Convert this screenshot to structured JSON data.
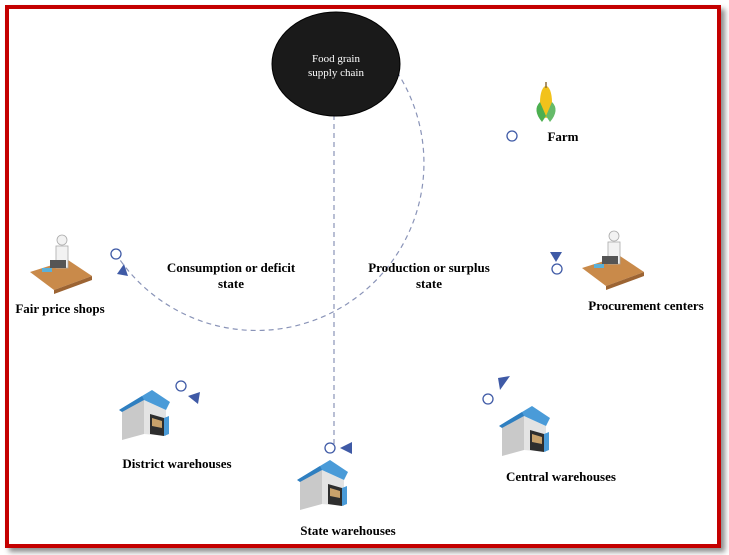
{
  "diagram": {
    "center_label_line1": "Food grain",
    "center_label_line2": "supply chain",
    "production_label_line1": "Production or surplus",
    "production_label_line2": "state",
    "consumption_label_line1": "Consumption or deficit",
    "consumption_label_line2": "state",
    "nodes": {
      "farm": "Farm",
      "procurement": "Procurement centers",
      "central": "Central warehouses",
      "state": "State warehouses",
      "district": "District warehouses",
      "fair_price": "Fair price shops"
    }
  },
  "colors": {
    "frame": "#c40000",
    "path": "#8a94b8",
    "arrow": "#3f5aa6",
    "roof": "#4a9bd8",
    "wall": "#dcdcdc",
    "door": "#3a3a3a",
    "center_fill": "#1a1a1a"
  },
  "icons": [
    "corn-icon",
    "desk-worker-icon",
    "warehouse-icon"
  ]
}
